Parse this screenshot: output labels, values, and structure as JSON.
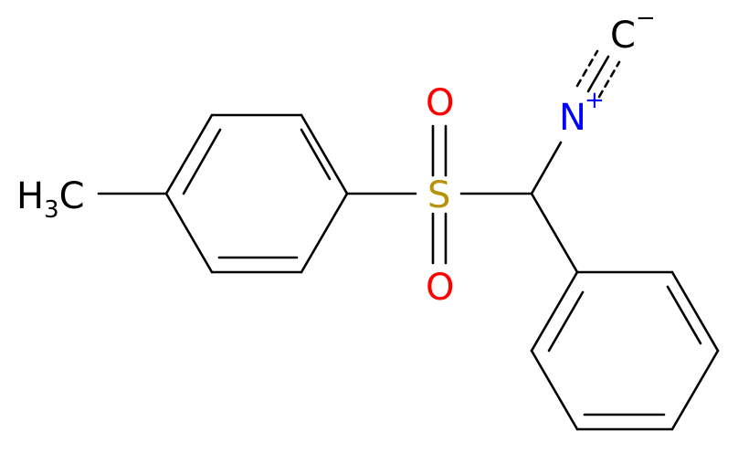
{
  "atoms": {
    "methyl": {
      "main": "H",
      "sub": "3",
      "tail": "C"
    },
    "sulfur": {
      "symbol": "S",
      "color": "#b8930a"
    },
    "oxygen_top": {
      "symbol": "O",
      "color": "#ff0000"
    },
    "oxygen_bottom": {
      "symbol": "O",
      "color": "#ff0000"
    },
    "nitrogen": {
      "symbol": "N",
      "charge": "+",
      "color": "#0000ff"
    },
    "carbon_iso": {
      "symbol": "C",
      "charge": "−",
      "color": "#000000"
    }
  },
  "colors": {
    "bond": "#000000",
    "background": "#ffffff"
  }
}
